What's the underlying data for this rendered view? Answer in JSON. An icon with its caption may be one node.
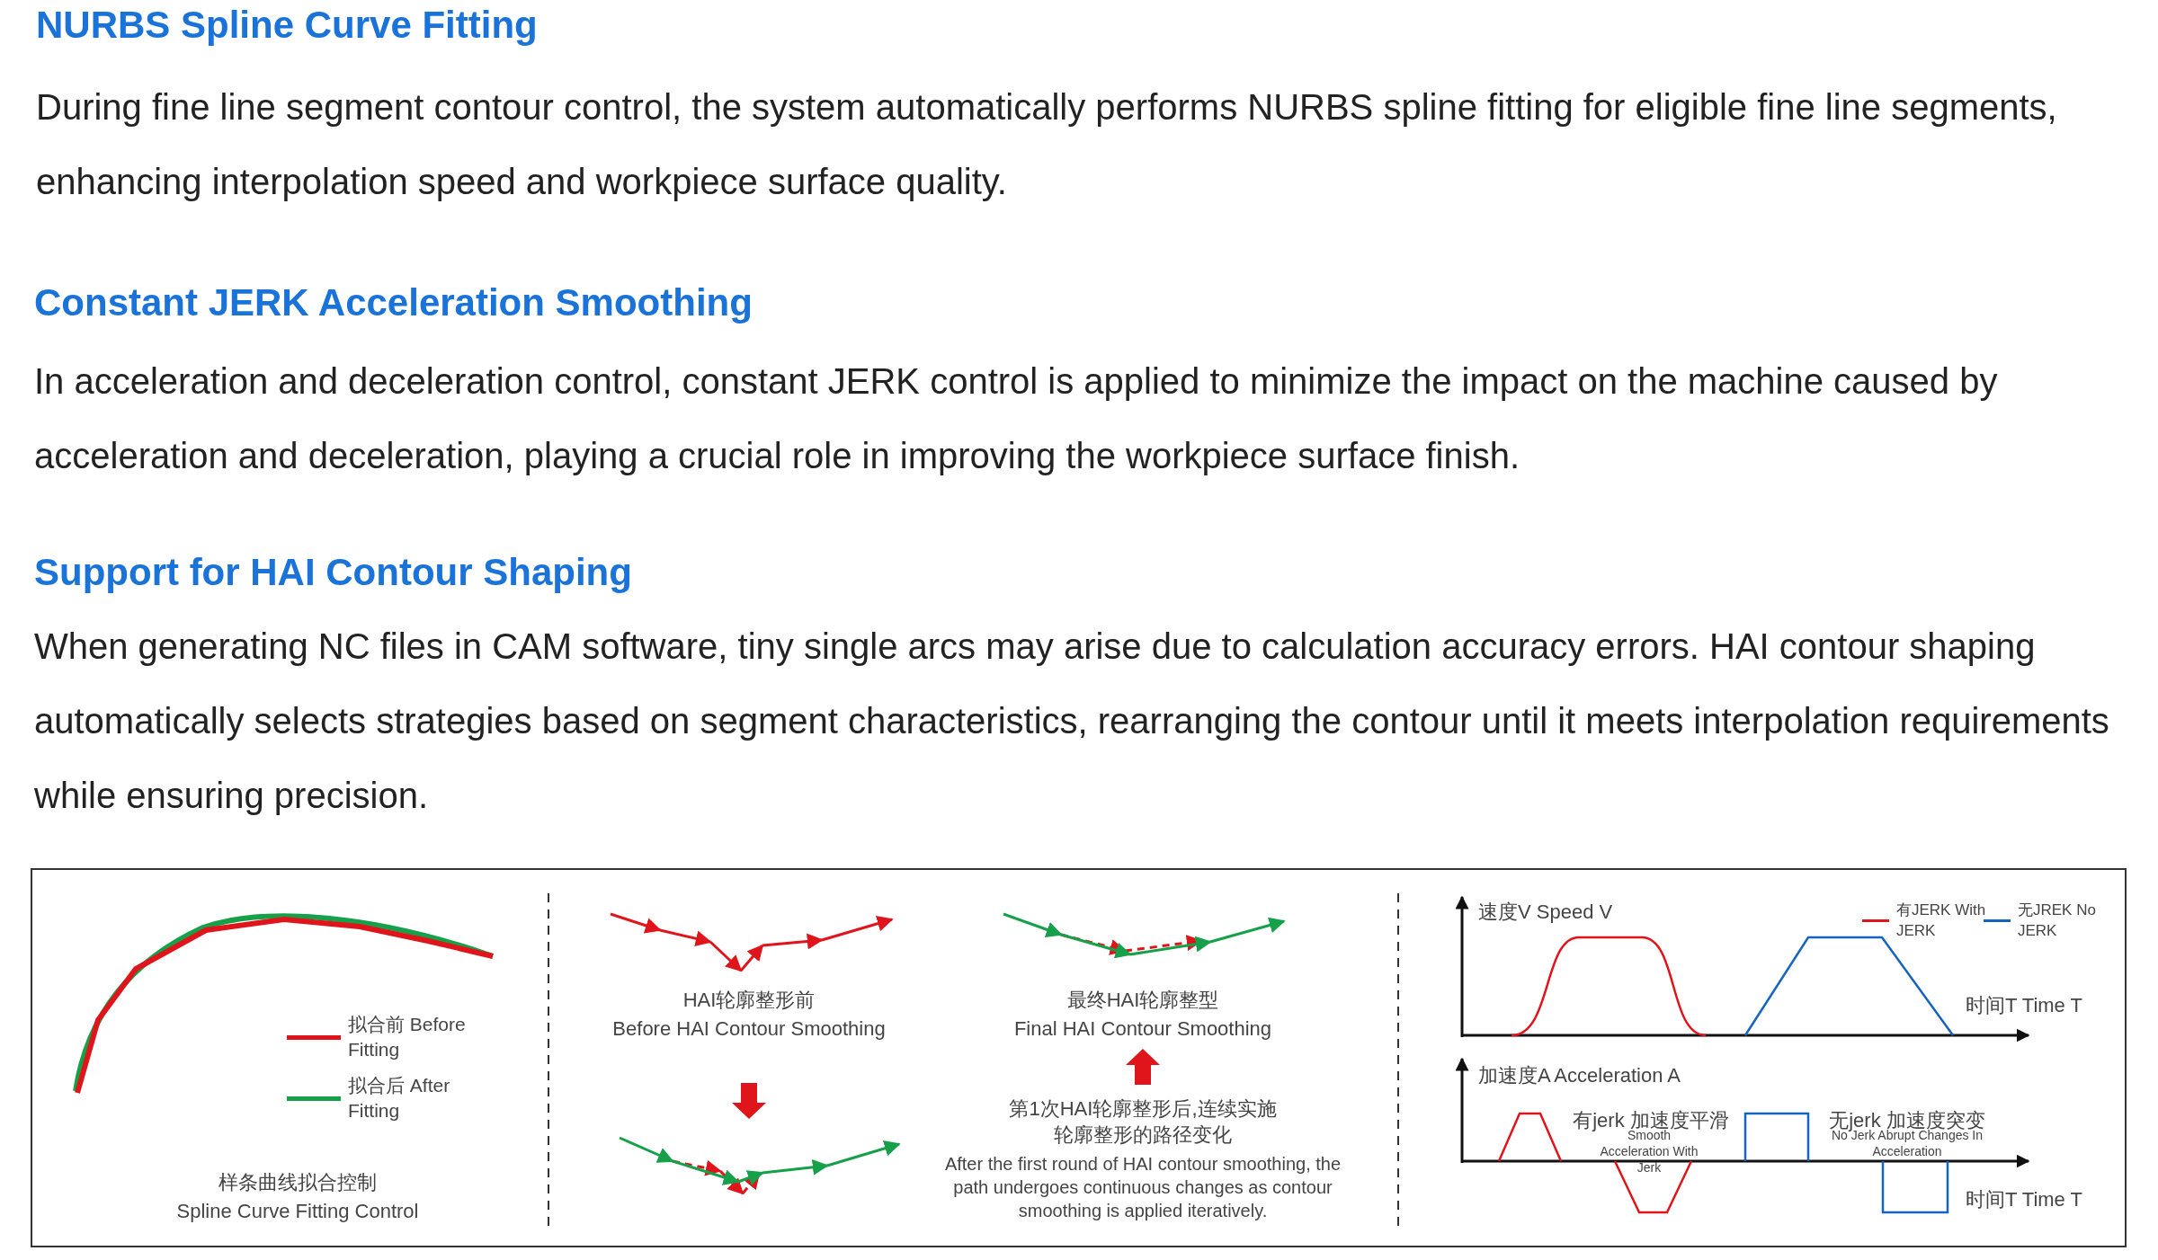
{
  "diagram": {
    "labels": [
      "NURBS Spline Curve Fitting",
      "During fine line segment contour control, the system automatically performs NURBS spline fitting for eligible fine line segments, enhancing interpolation speed and workpiece surface quality.",
      "Constant JERK Acceleration Smoothing",
      "In acceleration and deceleration control, constant JERK control is applied to minimize the impact on the machine caused by acceleration and deceleration, playing a crucial role in improving the workpiece surface finish.",
      "Support for HAI Contour Shaping",
      "When generating NC files in CAM software, tiny single arcs may arise due to calculation accuracy errors. HAI contour shaping automatically selects strategies based on segment characteristics, rearranging the contour until it meets interpolation requirements while ensuring precision.",
      "样条曲线拟合控制",
      "Spline Curve Fitting Control",
      "HAI轮廓整形前",
      "Before HAI Contour Smoothing",
      "最终HAI轮廓整型",
      "Final HAI Contour Smoothing",
      "第1次HAI轮廓整形后,连续实施轮廓整形的路径变化",
      "After the first round of HAI contour smoothing, the path undergoes continuous changes as contour smoothing is applied iteratively.",
      "速度V Speed V",
      "时间T Time T",
      "加速度A Acceleration A",
      "有jerk 加速度平滑",
      "Smooth Acceleration With Jerk",
      "无jerk 加速度突变",
      "No Jerk Abrupt Changes In Acceleration",
      "时间T Time T"
    ],
    "legend": [
      {
        "text": "拟合前 Before Fitting"
      },
      {
        "text": "拟合后 After Fitting"
      },
      {
        "text": "有JERK With JERK"
      },
      {
        "text": "无JREK No JERK"
      }
    ]
  }
}
